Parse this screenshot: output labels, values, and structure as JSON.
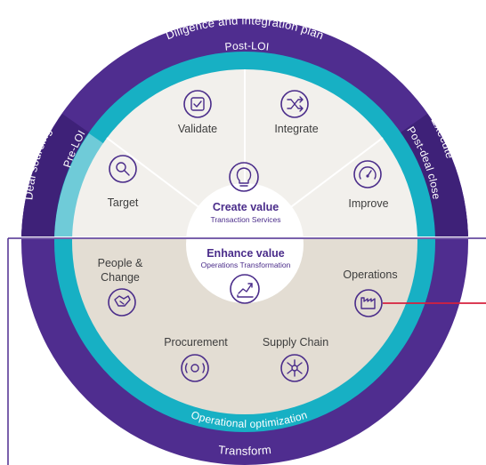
{
  "outer_ring_top": "Diligence and integration plan",
  "outer_ring_left": "Deal sourcing",
  "outer_ring_right": "Execute",
  "outer_ring_bottom": "Transform",
  "middle_ring_top": "Post-LOI",
  "middle_ring_left": "Pre-LOI",
  "middle_ring_right": "Post-deal close",
  "middle_ring_bottom": "Operational optimization",
  "upper_segments": {
    "target": "Target",
    "validate": "Validate",
    "integrate": "Integrate",
    "improve": "Improve"
  },
  "upper_center": {
    "title": "Create value",
    "subtitle": "Transaction Services"
  },
  "lower_segments": {
    "people_line1": "People &",
    "people_line2": "Change",
    "operations": "Operations",
    "procurement": "Procurement",
    "supply_chain": "Supply Chain"
  },
  "lower_center": {
    "title": "Enhance value",
    "subtitle": "Operations Transformation"
  },
  "icons": {
    "target": "magnifier-icon",
    "validate": "checkbox-icon",
    "integrate": "shuffle-arrows-icon",
    "improve": "gauge-icon",
    "create_value": "lightbulb-icon",
    "enhance_value": "trend-chart-icon",
    "people": "handshake-icon",
    "operations": "factory-icon",
    "procurement": "cash-exchange-icon",
    "supply_chain": "network-icon"
  },
  "colors": {
    "outer_purple": "#4f2d8f",
    "outer_purple_dark": "#3e2178",
    "middle_teal": "#17b0c4",
    "middle_teal_light": "#6fcbd8",
    "inner_light": "#f2f0ec",
    "inner_beige": "#e3ddd3",
    "accent_red": "#d6213d"
  }
}
